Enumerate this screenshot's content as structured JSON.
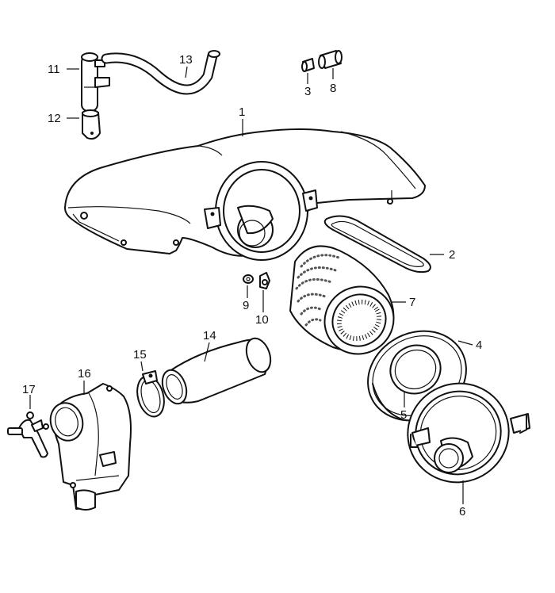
{
  "callouts": {
    "c1": "1",
    "c2": "2",
    "c3": "3",
    "c4": "4",
    "c5": "5",
    "c6": "6",
    "c7": "7",
    "c8": "8",
    "c9": "9",
    "c10": "10",
    "c11": "11",
    "c12": "12",
    "c13": "13",
    "c14": "14",
    "c15": "15",
    "c16": "16",
    "c17": "17"
  },
  "colors": {
    "ink": "#111111",
    "background": "#ffffff"
  }
}
